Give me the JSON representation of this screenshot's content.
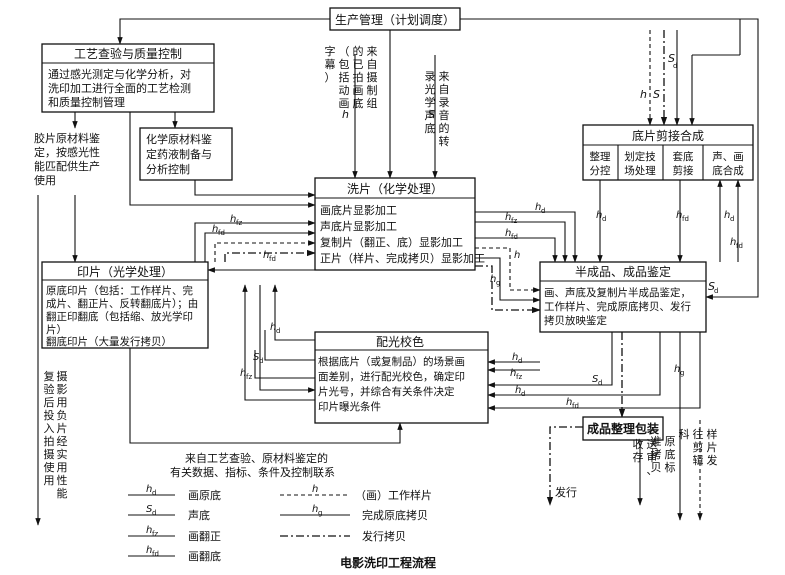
{
  "boxes": {
    "production": "生产管理（计划调度）",
    "qc_title": "工艺查验与质量控制",
    "qc_body": [
      "通过感光测定与化学分析，对",
      "洗印加工进行全面的工艺检测",
      "和质量控制管理"
    ],
    "film_check": [
      "胶片原材料鉴",
      "定，按感光性",
      "能匹配供生产",
      "使用"
    ],
    "chem_check": [
      "化学原材料鉴",
      "定药液制备与",
      "分析控制"
    ],
    "wash_title": "洗片（化学处理）",
    "wash_body": [
      "画底片显影加工",
      "声底片显影加工",
      "复制片（翻正、底）显影加工",
      "正片（样片、完成拷贝）显影加工"
    ],
    "print_title": "印片（光学处理）",
    "print_body": [
      "原底印片（包括：工作样片、完",
      "成片、翻正片、反转翻底片）；由",
      "翻正印翻底（包括缩、放光学印",
      "片）",
      "翻底印片（大量发行拷贝）"
    ],
    "grading_title": "配光校色",
    "grading_body": [
      "根据底片（或复制品）的场景画",
      "面差别，进行配光校色，确定印",
      "片光号，并综合有关条件决定",
      "印片曝光条件"
    ],
    "edit_title": "底片剪接合成",
    "edit_sub": [
      [
        "整理",
        "分控"
      ],
      [
        "划定技",
        "场处理"
      ],
      [
        "套底",
        "剪接"
      ],
      [
        "声、画",
        "底合成"
      ]
    ],
    "appraisal_title": "半成品、成品鉴定",
    "appraisal_body": [
      "画、声底及复制片半成品鉴定，",
      "工作样片、完成原底拷贝、发行",
      "拷贝放映鉴定"
    ],
    "finished": "成品整理包装"
  },
  "vertical_texts": {
    "from_shooting": "来自摄制组的已拍画底（包括动画字幕）",
    "from_recording": "来自录音的转录光学声底",
    "reuse": "复验后投入拍摄使用",
    "negative_use": "摄影用负片经实用性能",
    "send_review": "送审、收存",
    "original_copy": "原底标准拷贝",
    "sample_edit": "样片发往剪辑科"
  },
  "notes": {
    "data_link": [
      "来自工艺查验、原材料鉴定的",
      "有关数据、指标、条件及控制联系"
    ],
    "release": "发行"
  },
  "line_labels": {
    "hd": "h",
    "hd_sub": "d",
    "sd": "S",
    "sd_sub": "d",
    "hfz": "h",
    "hfz_sub": "fz",
    "hfd": "h",
    "hfd_sub": "fd",
    "h": "h",
    "hg": "h",
    "hg_sub": "g"
  },
  "legend": {
    "items": [
      {
        "sym": "h",
        "sub": "d",
        "text": "画原底"
      },
      {
        "sym": "S",
        "sub": "d",
        "text": "声底"
      },
      {
        "sym": "h",
        "sub": "fz",
        "text": "画翻正"
      },
      {
        "sym": "h",
        "sub": "fd",
        "text": "画翻底"
      },
      {
        "sym": "h",
        "sub": "",
        "text": "（画）工作样片"
      },
      {
        "sym": "h",
        "sub": "g",
        "text": "完成原底拷贝"
      },
      {
        "sym": "",
        "sub": "",
        "text": "发行拷贝"
      }
    ],
    "caption": "电影洗印工程流程"
  }
}
